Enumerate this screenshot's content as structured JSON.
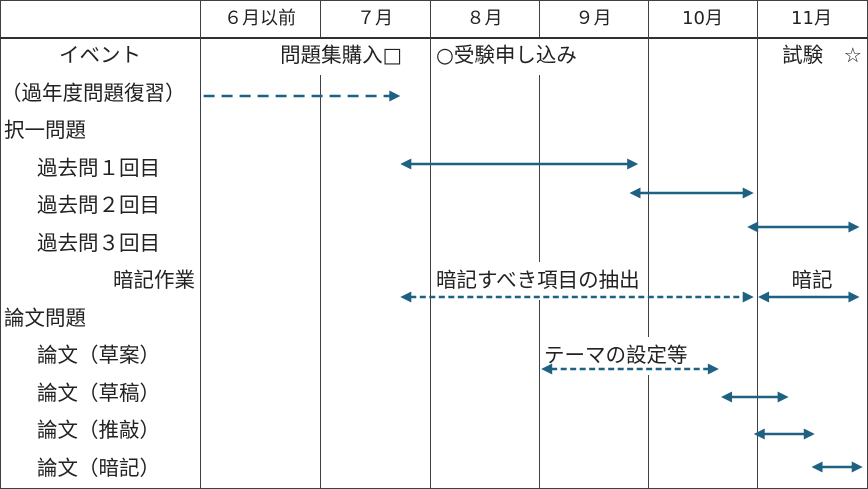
{
  "header": {
    "months": [
      "６月以前",
      "７月",
      "８月",
      "９月",
      "10月",
      "11月"
    ]
  },
  "rows": {
    "event": {
      "label": "イベント",
      "notes": [
        "問題集購入□",
        "○受験申し込み",
        "試験　☆"
      ]
    },
    "past_review": {
      "label": "（過年度問題復習）",
      "spans": [
        {
          "start": 6.03,
          "end": 7.73,
          "dashed": true,
          "both_ends": false
        }
      ]
    },
    "multiple_choice": {
      "label": "択一問題"
    },
    "q1": {
      "label": "過去問１回目",
      "spans": [
        {
          "start": 7.73,
          "end": 9.91,
          "dashed": false,
          "both_ends": true
        }
      ]
    },
    "q2": {
      "label": "過去問２回目",
      "spans": [
        {
          "start": 9.83,
          "end": 10.97,
          "dashed": false,
          "both_ends": true
        }
      ]
    },
    "q3": {
      "label": "過去問３回目",
      "spans": [
        {
          "start": 10.91,
          "end": 11.94,
          "dashed": false,
          "both_ends": true
        }
      ]
    },
    "memorize": {
      "label": "暗記作業",
      "spans": [
        {
          "label": "暗記すべき項目の抽出",
          "start": 7.73,
          "end": 10.97,
          "dashed": true,
          "both_ends": true
        },
        {
          "label": "暗記",
          "start": 11.01,
          "end": 11.94,
          "dashed": false,
          "both_ends": true
        }
      ]
    },
    "essay": {
      "label": "論文問題"
    },
    "essay_draft": {
      "label": "論文（草案）",
      "spans": [
        {
          "label": "テーマの設定等",
          "start": 9.02,
          "end": 10.65,
          "dashed": true,
          "both_ends": true
        }
      ]
    },
    "essay_manuscript": {
      "label": "論文（草稿）",
      "spans": [
        {
          "start": 10.67,
          "end": 11.29,
          "dashed": false,
          "both_ends": true
        }
      ]
    },
    "essay_polish": {
      "label": "論文（推敲）",
      "spans": [
        {
          "start": 10.97,
          "end": 11.53,
          "dashed": false,
          "both_ends": true
        }
      ]
    },
    "essay_memorize": {
      "label": "論文（暗記）",
      "spans": [
        {
          "start": 11.5,
          "end": 11.97,
          "dashed": false,
          "both_ends": true
        }
      ]
    }
  },
  "colors": {
    "arrow": "#1e6183"
  }
}
